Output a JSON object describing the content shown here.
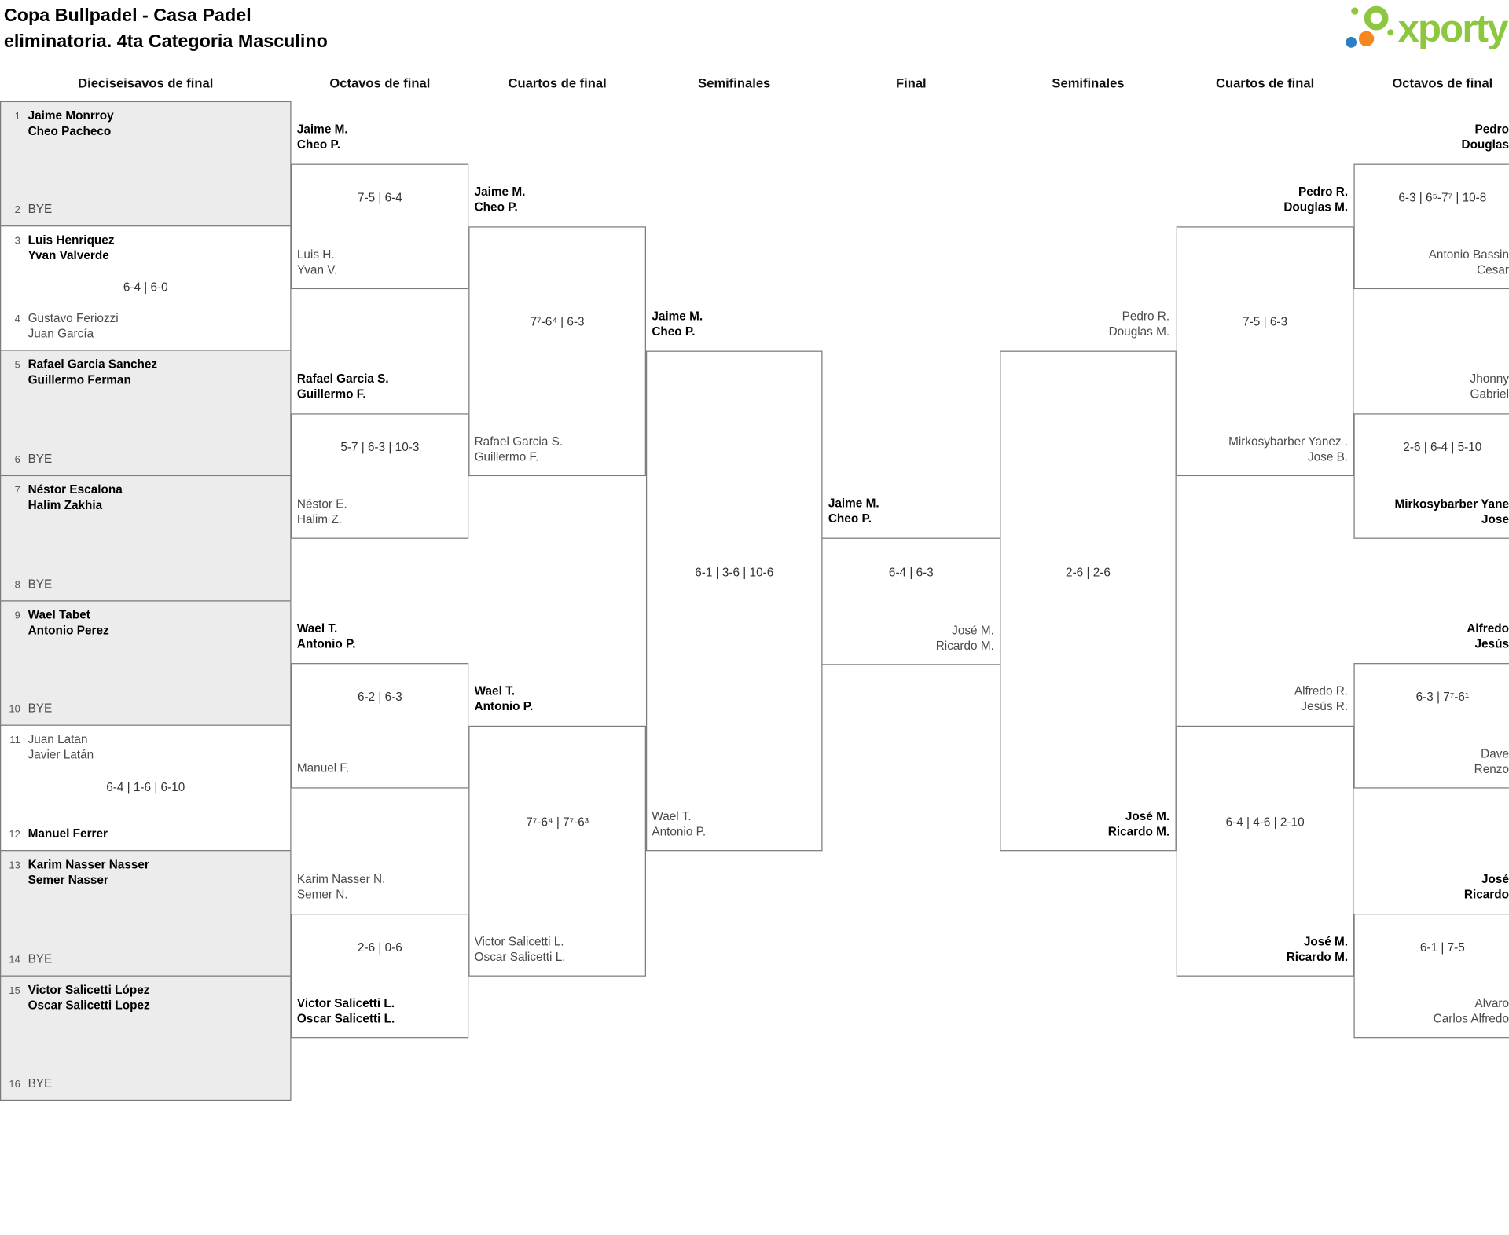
{
  "header": {
    "title": "Copa Bullpadel - Casa Padel\neliminatoria. 4ta Categoria Masculino",
    "logo_text": "xporty"
  },
  "colors": {
    "brand_green": "#8DC63F",
    "brand_orange": "#F6861F",
    "brand_blue": "#2E7FC2",
    "bye_shade": "#ececec",
    "line_gray": "#7b7b7b"
  },
  "rounds": {
    "col1": "Dieciseisavos de final",
    "col2": "Octavos de final",
    "col3": "Cuartos de final",
    "col4": "Semifinales",
    "col5": "Final",
    "col6": "Semifinales",
    "col7": "Cuartos de final",
    "col8": "Octavos de final"
  },
  "r32": [
    {
      "n1": "1",
      "t1": "Jaime Monrroy\nCheo Pacheco",
      "n2": "2",
      "t2": "BYE",
      "score": ""
    },
    {
      "n1": "3",
      "t1": "Luis Henriquez\nYvan Valverde",
      "n2": "4",
      "t2": "Gustavo Feriozzi\nJuan García",
      "score": "6-4 | 6-0"
    },
    {
      "n1": "5",
      "t1": "Rafael Garcia Sanchez\nGuillermo Ferman",
      "n2": "6",
      "t2": "BYE",
      "score": ""
    },
    {
      "n1": "7",
      "t1": "Néstor Escalona\nHalim Zakhia",
      "n2": "8",
      "t2": "BYE",
      "score": ""
    },
    {
      "n1": "9",
      "t1": "Wael Tabet\nAntonio Perez",
      "n2": "10",
      "t2": "BYE",
      "score": ""
    },
    {
      "n1": "11",
      "t1": "Juan Latan\nJavier Latán",
      "n2": "12",
      "t2": "Manuel Ferrer",
      "score": "6-4 | 1-6 | 6-10"
    },
    {
      "n1": "13",
      "t1": "Karim Nasser Nasser\nSemer Nasser",
      "n2": "14",
      "t2": "BYE",
      "score": ""
    },
    {
      "n1": "15",
      "t1": "Victor Salicetti López\nOscar Salicetti Lopez",
      "n2": "16",
      "t2": "BYE",
      "score": ""
    }
  ],
  "left_r16": [
    {
      "top": "Jaime M.\nCheo P.",
      "bottom": "Luis H.\nYvan V.",
      "score": "7-5 | 6-4"
    },
    {
      "top": "Rafael Garcia S.\nGuillermo F.",
      "bottom": "Néstor E.\nHalim Z.",
      "score": "5-7 | 6-3 | 10-3"
    },
    {
      "top": "Wael T.\nAntonio P.",
      "bottom": "Manuel F.",
      "score": "6-2 | 6-3"
    },
    {
      "top": "Karim Nasser N.\nSemer N.",
      "bottom": "Victor Salicetti L.\nOscar Salicetti L.",
      "score": "2-6 | 0-6"
    }
  ],
  "left_qf": [
    {
      "top": "Jaime M.\nCheo P.",
      "bottom": "Rafael Garcia S.\nGuillermo F.",
      "score": "7⁷-6⁴ | 6-3"
    },
    {
      "top": "Wael T.\nAntonio P.",
      "bottom": "Victor Salicetti L.\nOscar Salicetti L.",
      "score": "7⁷-6⁴ | 7⁷-6³"
    }
  ],
  "left_sf": {
    "top": "Jaime M.\nCheo P.",
    "bottom": "Wael T.\nAntonio P.",
    "score": "6-1 | 3-6 | 10-6"
  },
  "final": {
    "top": "Jaime M.\nCheo P.",
    "bottom": "José M.\nRicardo M.",
    "score": "6-4 | 6-3"
  },
  "right_sf": {
    "top": "Pedro R.\nDouglas M.",
    "bottom": "José M.\nRicardo M.",
    "score": "2-6 | 2-6"
  },
  "right_qf": [
    {
      "top": "Pedro R.\nDouglas M.",
      "bottom": "Mirkosybarber Yanez .\nJose B.",
      "score": "7-5 | 6-3"
    },
    {
      "top": "Alfredo R.\nJesús R.",
      "bottom": "José M.\nRicardo M.",
      "score": "6-4 | 4-6 | 2-10"
    }
  ],
  "right_r16": [
    {
      "top": "Pedro\nDouglas",
      "bottom": "Antonio Bassin\nCesar",
      "score": "6-3 | 6⁵-7⁷ | 10-8"
    },
    {
      "top": "Jhonny\nGabriel",
      "bottom": "Mirkosybarber Yane\nJose",
      "score": "2-6 | 6-4 | 5-10"
    },
    {
      "top": "Alfredo\nJesús",
      "bottom": "Dave\nRenzo",
      "score": "6-3 | 7⁷-6¹"
    },
    {
      "top": "José\nRicardo",
      "bottom": "Alvaro\nCarlos Alfredo",
      "score": "6-1 | 7-5"
    }
  ]
}
